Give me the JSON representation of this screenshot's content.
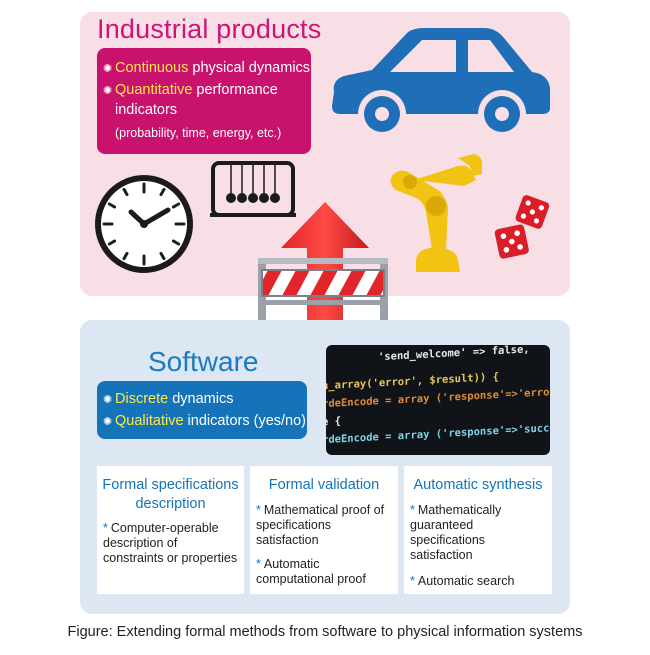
{
  "industrial": {
    "title": "Industrial products",
    "bullets": [
      {
        "highlight": "Continuous",
        "rest": " physical dynamics"
      },
      {
        "highlight": "Quantitative",
        "rest": " performance",
        "line2": "indicators",
        "line3": "(probability, time, energy, etc.)"
      }
    ]
  },
  "software": {
    "title": "Software",
    "bullets": [
      {
        "highlight": "Discrete",
        "rest": " dynamics"
      },
      {
        "highlight": "Qualitative",
        "rest": " indicators (yes/no)"
      }
    ]
  },
  "code": {
    "lines": [
      "'send_welcome'        => false,",
      "n_array('error', $result)) {",
      "rdeEncode = array ('response'=>'error', 'message",
      "e {",
      "rdeEncode = array ('response'=>'success');"
    ]
  },
  "columns": [
    {
      "title": "Formal specifications description",
      "items": [
        "Computer-operable description of constraints or properties"
      ]
    },
    {
      "title": "Formal validation",
      "items": [
        "Mathematical proof of specifications satisfaction",
        "Automatic computational proof"
      ]
    },
    {
      "title": "Automatic synthesis",
      "items": [
        "Mathematically guaranteed specifications satisfaction",
        "Automatic search"
      ]
    }
  ],
  "caption": "Figure: Extending formal methods from software to physical information systems",
  "icons": [
    "car-icon",
    "clock-icon",
    "newtons-cradle-icon",
    "robot-arm-icon",
    "dice-icon",
    "up-arrow-icon",
    "barrier-icon"
  ],
  "colors": {
    "industrial_bg": "#f8dfe6",
    "industrial_accent": "#c8126e",
    "software_bg": "#dde7f3",
    "software_accent": "#1573b9",
    "highlight": "#ffe94a"
  }
}
